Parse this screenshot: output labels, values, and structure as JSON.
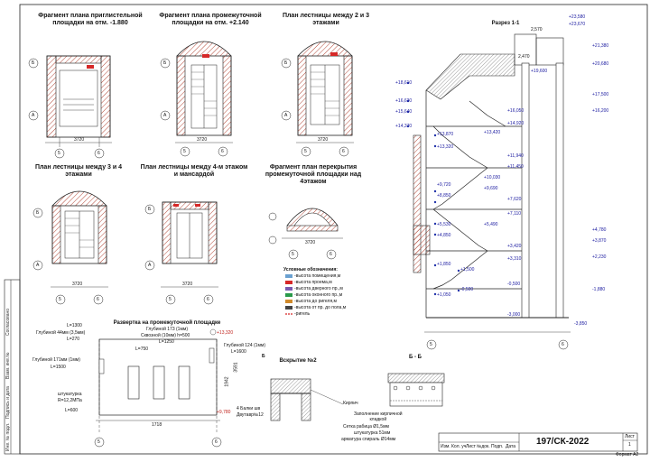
{
  "titles": {
    "plan1": "Фрагмент плана приглистельной\nплощадки на отм. -1.880",
    "plan2": "Фрагмент плана промежуточной\nплощадки на отм. +2.140",
    "plan3": "План лестницы между 2 и 3\nэтажами",
    "plan4": "План лестницы между 3 и 4\nэтажами",
    "plan5": "План лестницы между 4-м этажом\nи мансардой",
    "plan6": "Фрагмент план перекрытия\nпромежуточной площадки над\n4этажом",
    "section": "Разрез 1-1",
    "rebar": "Развертка на промежуточной площадке",
    "detail2": "Вскрытие №2",
    "bb": "Б - Б"
  },
  "legend": {
    "title": "Условные обозначения:",
    "items": [
      "-высота помещения,м",
      "-высота проема,м",
      "-высота дверного пр.,м",
      "-высота оконного пр.,м",
      "-высота до ригеля,м",
      "-высота от пр. до пола,м",
      "-ригель"
    ]
  },
  "axes": {
    "a": "А",
    "b": "Б",
    "five": "5",
    "six": "6"
  },
  "plan_dims": [
    "3720",
    "3720",
    "3720",
    "3720",
    "3720",
    "3720"
  ],
  "section_levels": {
    "left": [
      "+18,610",
      "+16,630",
      "+15,640",
      "+14,370",
      "+13,870",
      "+13,320",
      "+9,720",
      "+8,850",
      "+5,530",
      "+4,850",
      "+1,850",
      "+1,500",
      "+1,050",
      "-0,500"
    ],
    "right": [
      "+23,580",
      "+23,670",
      "+21,380",
      "+20,680",
      "+19,600",
      "+17,500",
      "+16,200",
      "+16,050",
      "+14,920",
      "+13,420",
      "+11,940",
      "+11,450",
      "+10,030",
      "+9,690",
      "+7,620",
      "+7,110",
      "+5,490",
      "+4,780",
      "+3,870",
      "+3,420",
      "+3,310",
      "+2,230",
      "-0,500",
      "-1,880",
      "-3,000",
      "-3,850"
    ],
    "top": [
      "2,570",
      "2,470"
    ]
  },
  "rebar_notes": [
    "L=1300",
    "Глубиной 44мм (3,5мм)",
    "L=270",
    "Глубиной 171мм (1мм)",
    "L=1500",
    "Глубиной 173 (1мм)",
    "Сквозной (10мм) h=500",
    "L=1250",
    "L=750",
    "+13,320",
    "Глубиной 124 (1мм)",
    "L=1600",
    "штукатурка",
    "R=12,2МПа",
    "L=600",
    "+9,780",
    "1718",
    "1942",
    "3591"
  ],
  "detail_notes": {
    "b_mark": "Б",
    "balki": "4 Балки шв",
    "dvutavr": "Двутавр№12",
    "kirpich": "Кирпич",
    "fill": "Заполнение кирпичной\nкладкой",
    "mesh": "Сетка рабица Ø1,5мм",
    "plaster": "штукатурка 51мм",
    "spiral": "арматура спираль Ø14мм"
  },
  "side_strip": [
    "Согласовано",
    "Взам. инв.№",
    "Подпись и дата",
    "Инв. № подл."
  ],
  "stamp": {
    "cols": [
      "Изм.",
      "Кол. уч",
      "Лист",
      "№док.",
      "Подп.",
      "Дата"
    ],
    "code": "197/СК-2022",
    "sheet_label": "Лист",
    "sheet_no": "1",
    "format": "Формат А2"
  },
  "colors": {
    "line": "#1b1b1b",
    "hatch": "#b44a3a",
    "red": "#d62828",
    "blue": "#2233aa"
  }
}
